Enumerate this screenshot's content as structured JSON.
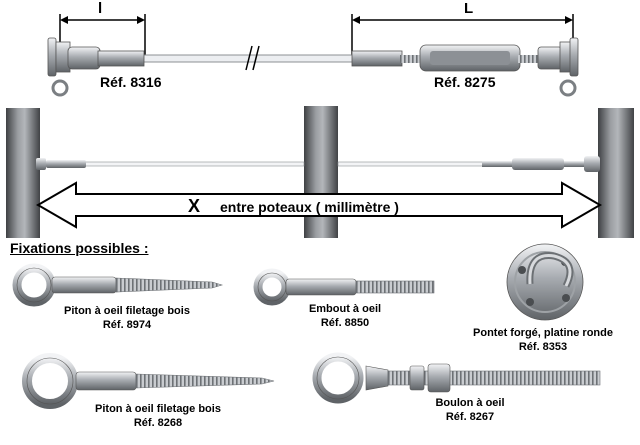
{
  "dimensions": {
    "short": "l",
    "long": "L"
  },
  "references": {
    "left": "Réf. 8316",
    "right": "Réf. 8275"
  },
  "span": {
    "variable": "X",
    "label": "entre poteaux ( millimètre )"
  },
  "fixings_heading": "Fixations possibles :",
  "fixings": [
    {
      "name": "Piton à oeil filetage bois",
      "ref": "Réf. 8974"
    },
    {
      "name": "Embout à oeil",
      "ref": "Réf. 8850"
    },
    {
      "name": "Pontet forgé, platine ronde",
      "ref": "Réf. 8353"
    },
    {
      "name": "Piton à oeil filetage bois",
      "ref": "Réf. 8268"
    },
    {
      "name": "Boulon à oeil",
      "ref": "Réf. 8267"
    }
  ],
  "colors": {
    "metal": "#b9bcc0",
    "post": "#6f7174",
    "cable": "#e8eaee"
  }
}
